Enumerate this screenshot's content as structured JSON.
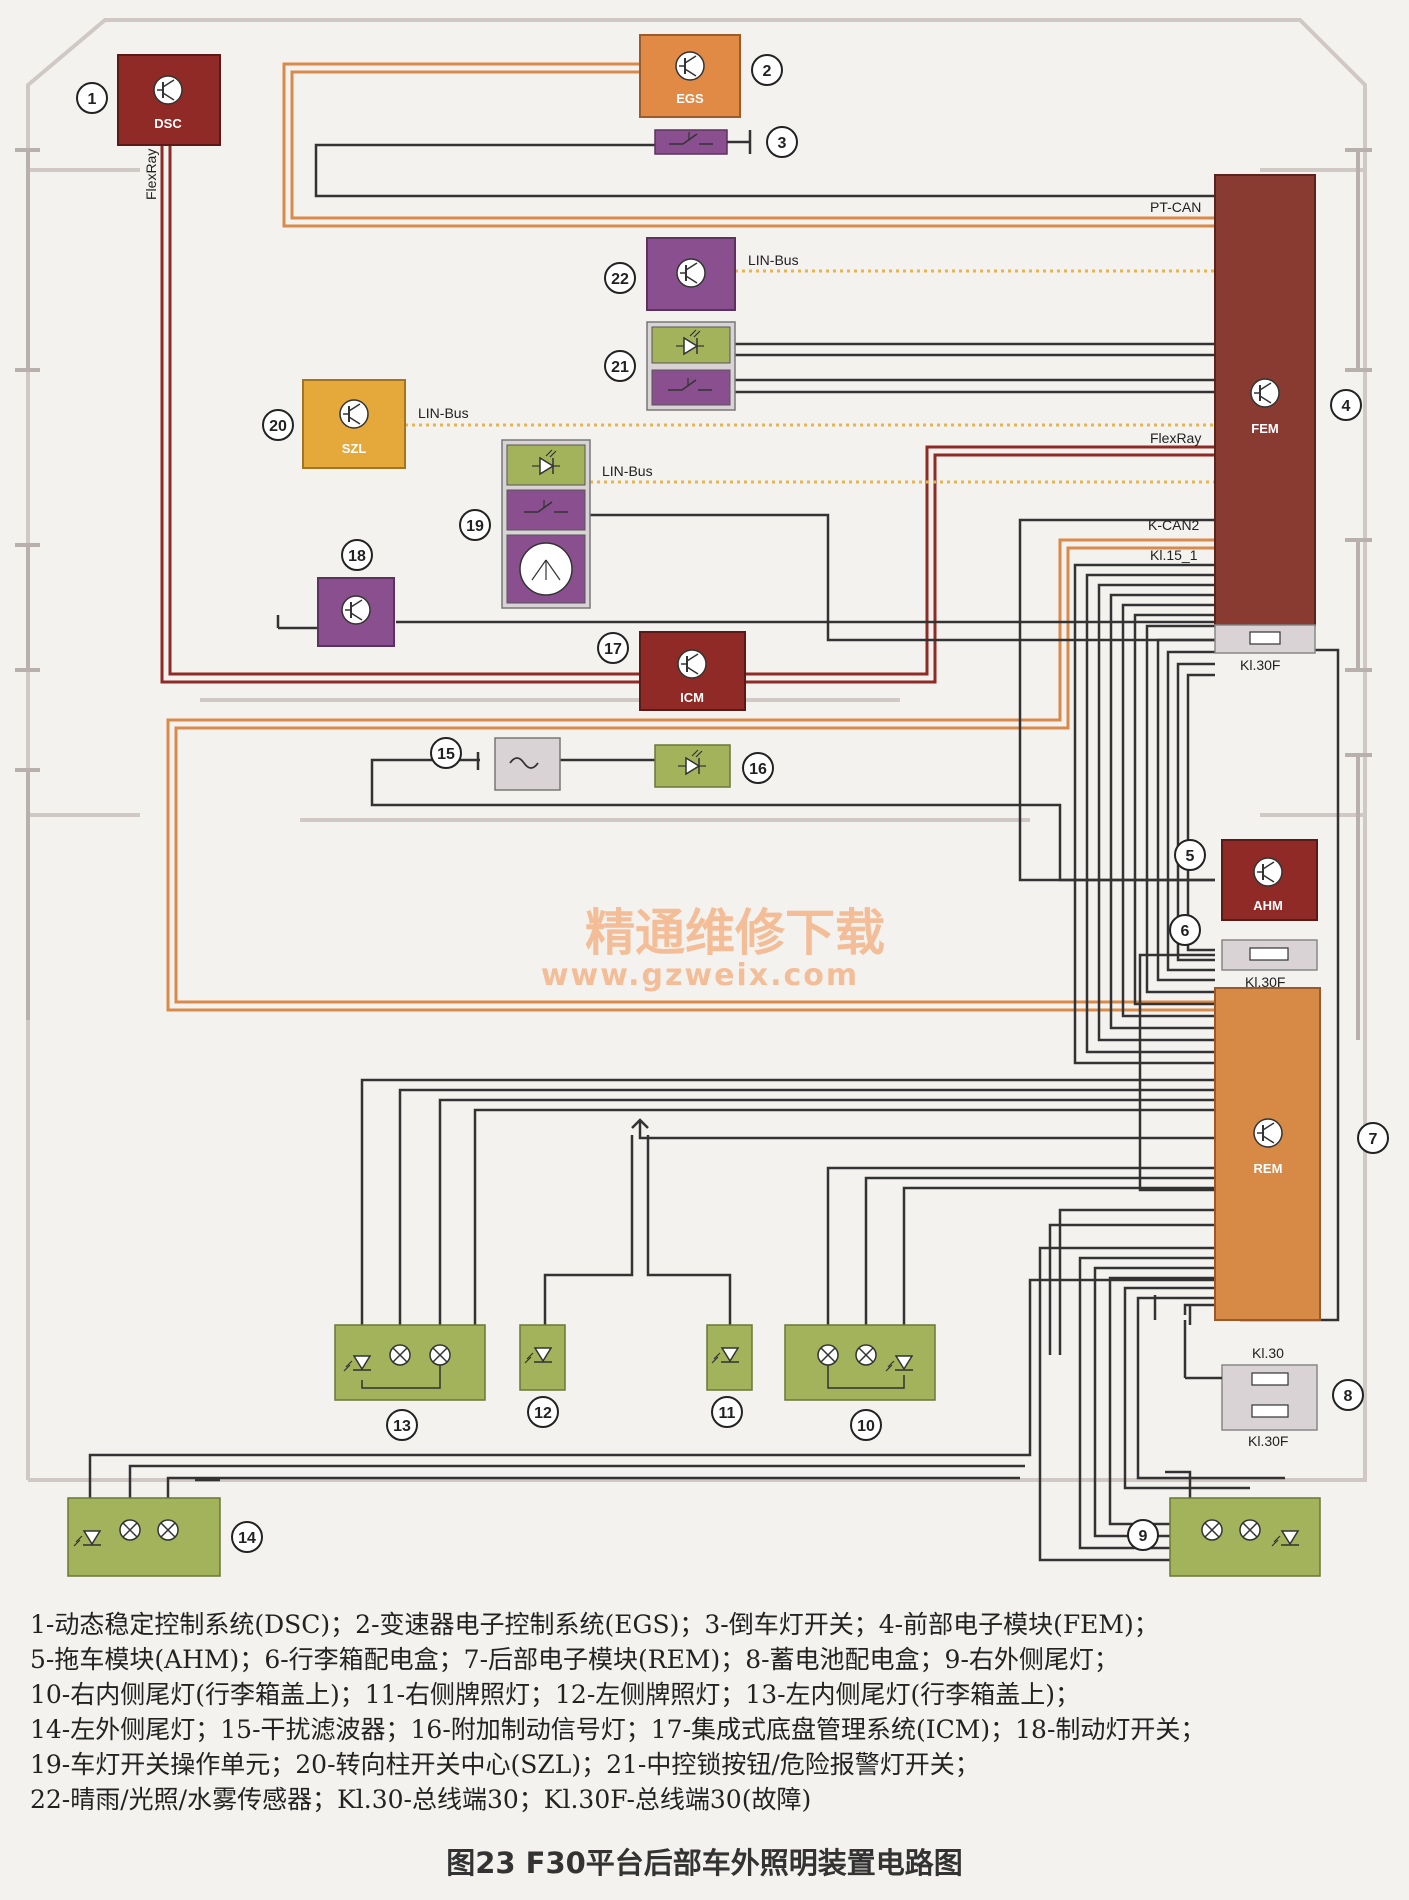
{
  "modules": {
    "dsc": "DSC",
    "egs": "EGS",
    "fem": "FEM",
    "szl": "SZL",
    "icm": "ICM",
    "ahm": "AHM",
    "rem": "REM"
  },
  "signals": {
    "pt_can": "PT-CAN",
    "flexray_top": "FlexRay",
    "flexray_fem": "FlexRay",
    "lin_bus_22": "LIN-Bus",
    "lin_bus_20": "LIN-Bus",
    "lin_bus_19": "LIN-Bus",
    "k_can2": "K-CAN2",
    "kl15_1": "Kl.15_1",
    "kl30f_fem": "Kl.30F",
    "kl30f_6": "Kl.30F",
    "kl30_8": "Kl.30",
    "kl30f_8": "Kl.30F"
  },
  "callouts": [
    "1",
    "2",
    "3",
    "4",
    "5",
    "6",
    "7",
    "8",
    "9",
    "10",
    "11",
    "12",
    "13",
    "14",
    "15",
    "16",
    "17",
    "18",
    "19",
    "20",
    "21",
    "22"
  ],
  "watermark": {
    "title": "精通维修下载",
    "url": "www.gzweix.com"
  },
  "legend_lines": [
    "1-动态稳定控制系统(DSC)；2-变速器电子控制系统(EGS)；3-倒车灯开关；4-前部电子模块(FEM)；",
    "5-拖车模块(AHM)；6-行李箱配电盒；7-后部电子模块(REM)；8-蓄电池配电盒；9-右外侧尾灯；",
    "10-右内侧尾灯(行李箱盖上)；11-右侧牌照灯；12-左侧牌照灯；13-左内侧尾灯(行李箱盖上)；",
    "14-左外侧尾灯；15-干扰滤波器；16-附加制动信号灯；17-集成式底盘管理系统(ICM)；18-制动灯开关；",
    "19-车灯开关操作单元；20-转向柱开关中心(SZL)；21-中控锁按钮/危险报警灯开关；",
    "22-晴雨/光照/水雾传感器；Kl.30-总线端30；Kl.30F-总线端30(故障)"
  ],
  "caption": "图23  F30平台后部车外照明装置电路图",
  "colors": {
    "dsc_red": "#8f2a26",
    "egs_orange": "#e08a45",
    "purple": "#8a4f8e",
    "szl_yellow": "#e5a83b",
    "fem_brown": "#8a3b31",
    "rem_orange": "#d78a46",
    "lamp_green": "#a3b35c",
    "fuse_grey": "#d9d3d5",
    "wire_dark": "#333333",
    "wire_red": "#8f2a26",
    "wire_orange": "#d98a4a",
    "lin_dot": "#e8b44d"
  }
}
